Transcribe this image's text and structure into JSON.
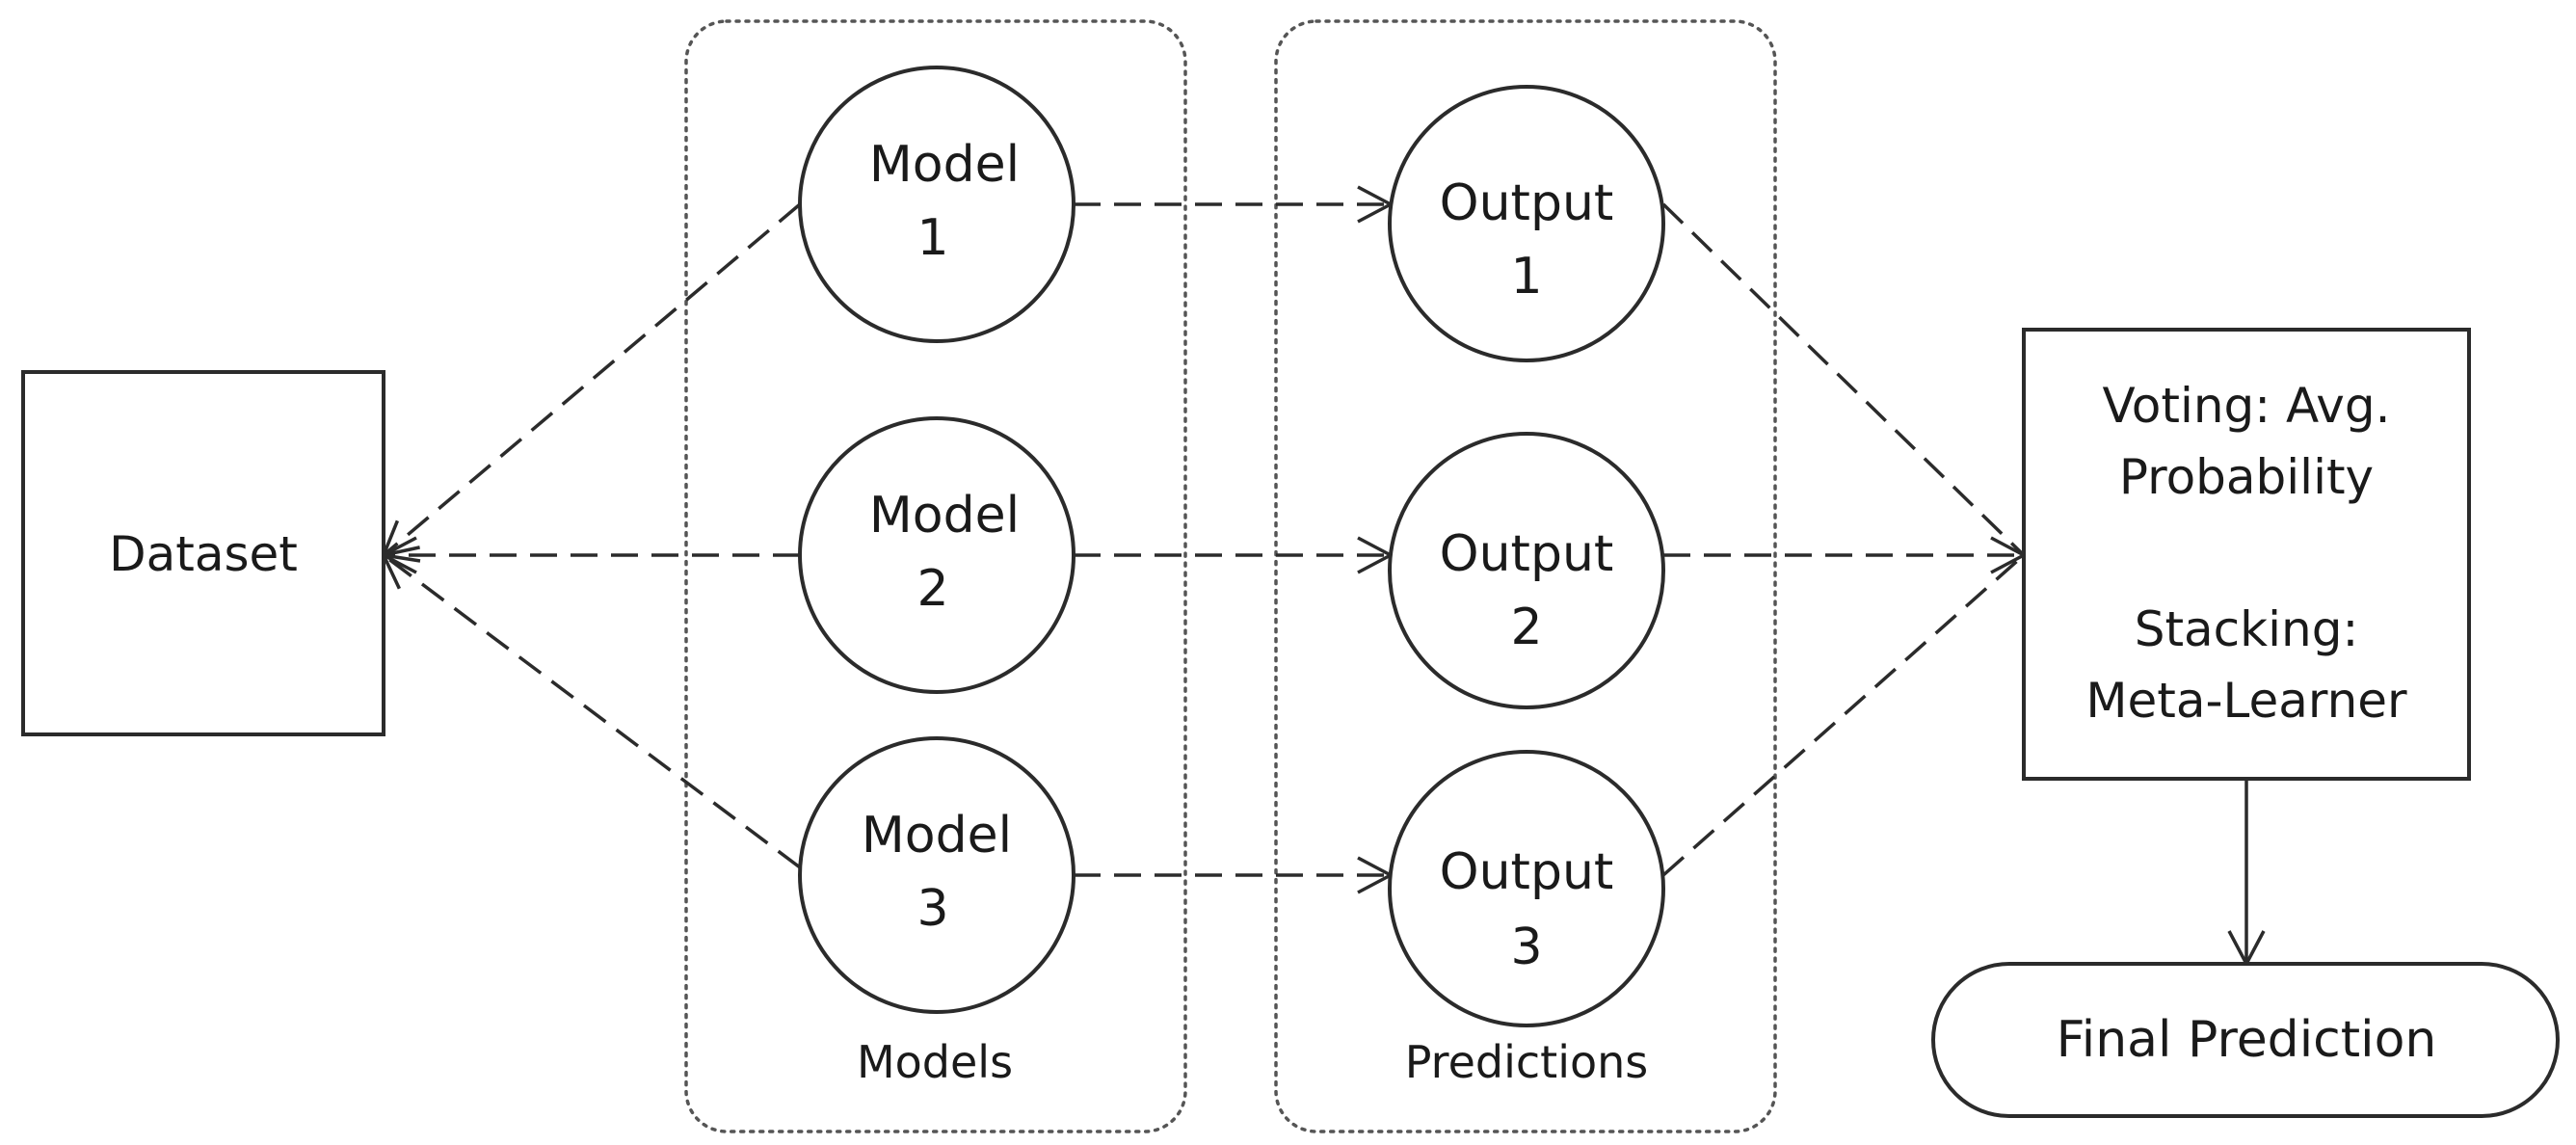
{
  "dataset": {
    "label": "Dataset"
  },
  "groups": {
    "models_label": "Models",
    "predictions_label": "Predictions"
  },
  "models": [
    {
      "line1": "Model",
      "line2": "1"
    },
    {
      "line1": "Model",
      "line2": "2"
    },
    {
      "line1": "Model",
      "line2": "3"
    }
  ],
  "outputs": [
    {
      "line1": "Output",
      "line2": "1"
    },
    {
      "line1": "Output",
      "line2": "2"
    },
    {
      "line1": "Output",
      "line2": "3"
    }
  ],
  "combiner": {
    "voting_line1": "Voting: Avg.",
    "voting_line2": "Probability",
    "stacking_line1": "Stacking:",
    "stacking_line2": "Meta-Learner"
  },
  "final": {
    "label": "Final Prediction"
  }
}
